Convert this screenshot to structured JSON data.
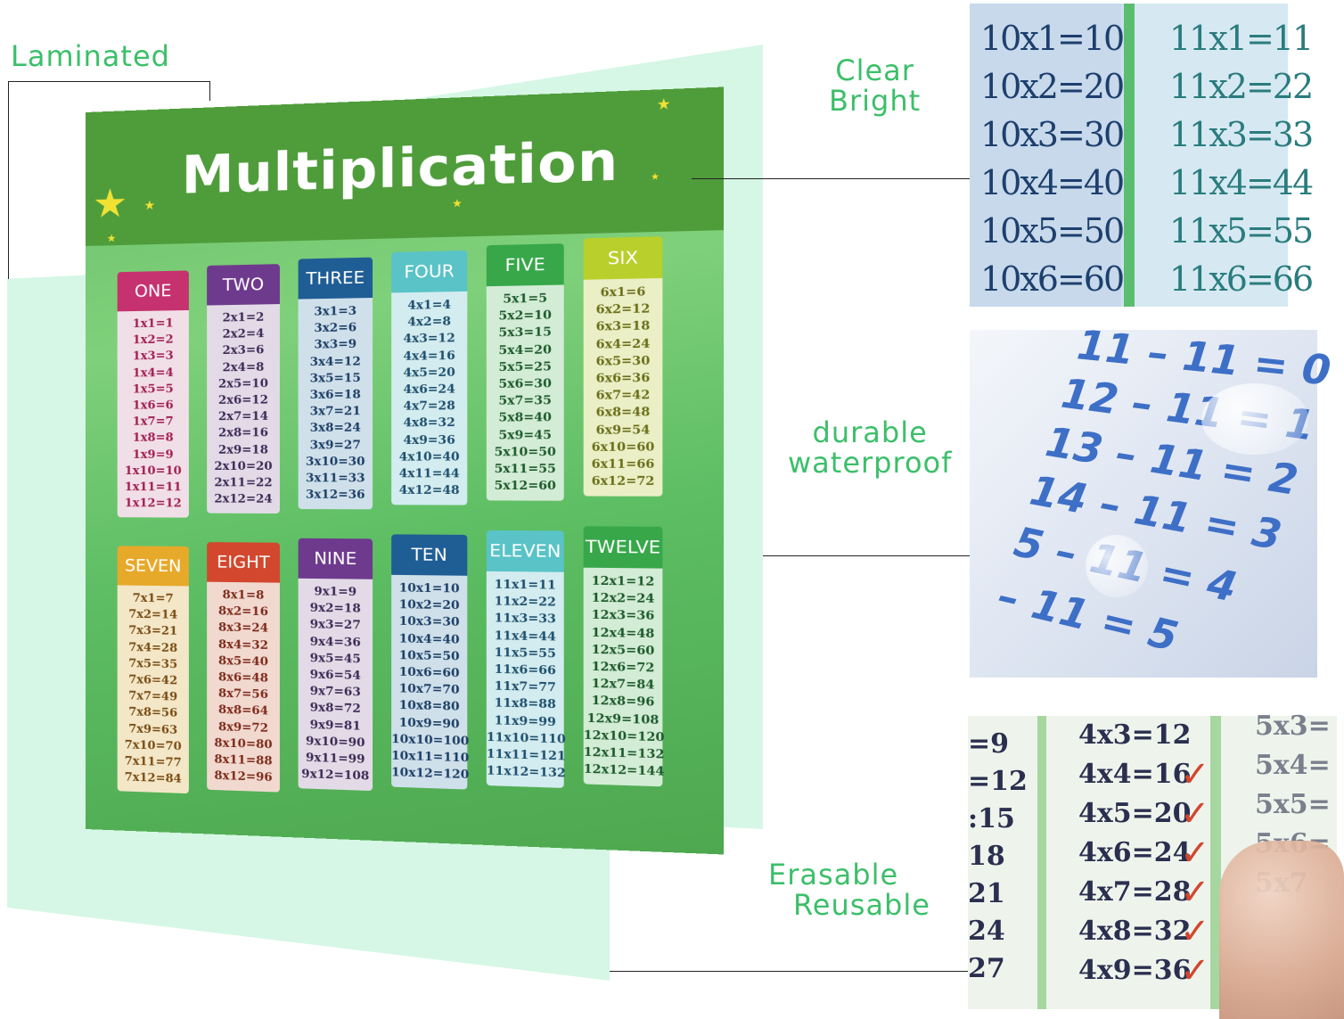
{
  "labels": {
    "laminated": "Laminated",
    "clear": [
      "Clear",
      "Bright"
    ],
    "durable": [
      "durable",
      "waterproof"
    ],
    "erasable": [
      "Erasable",
      "Reusable"
    ]
  },
  "poster": {
    "title": "Multiplication",
    "tables_top": [
      {
        "header": "ONE",
        "color": "#c6316f",
        "ink": "#a1204f",
        "bg": "#f1dfe8",
        "rows": [
          "1x1=1",
          "1x2=2",
          "1x3=3",
          "1x4=4",
          "1x5=5",
          "1x6=6",
          "1x7=7",
          "1x8=8",
          "1x9=9",
          "1x10=10",
          "1x11=11",
          "1x12=12"
        ]
      },
      {
        "header": "TWO",
        "color": "#6e3a8d",
        "ink": "#3e2a56",
        "bg": "#e2dbe7",
        "rows": [
          "2x1=2",
          "2x2=4",
          "2x3=6",
          "2x4=8",
          "2x5=10",
          "2x6=12",
          "2x7=14",
          "2x8=16",
          "2x9=18",
          "2x10=20",
          "2x11=22",
          "2x12=24"
        ]
      },
      {
        "header": "THREE",
        "color": "#1f5d95",
        "ink": "#1d3e66",
        "bg": "#cfe0ea",
        "rows": [
          "3x1=3",
          "3x2=6",
          "3x3=9",
          "3x4=12",
          "3x5=15",
          "3x6=18",
          "3x7=21",
          "3x8=24",
          "3x9=27",
          "3x10=30",
          "3x11=33",
          "3x12=36"
        ]
      },
      {
        "header": "FOUR",
        "color": "#59c3c7",
        "ink": "#1e4f6e",
        "bg": "#d3ecef",
        "rows": [
          "4x1=4",
          "4x2=8",
          "4x3=12",
          "4x4=16",
          "4x5=20",
          "4x6=24",
          "4x7=28",
          "4x8=32",
          "4x9=36",
          "4x10=40",
          "4x11=44",
          "4x12=48"
        ]
      },
      {
        "header": "FIVE",
        "color": "#37a74a",
        "ink": "#1c5a2a",
        "bg": "#d3ecd6",
        "rows": [
          "5x1=5",
          "5x2=10",
          "5x3=15",
          "5x4=20",
          "5x5=25",
          "5x6=30",
          "5x7=35",
          "5x8=40",
          "5x9=45",
          "5x10=50",
          "5x11=55",
          "5x12=60"
        ]
      },
      {
        "header": "SIX",
        "color": "#b9cf2c",
        "ink": "#6a6e18",
        "bg": "#eaefc6",
        "rows": [
          "6x1=6",
          "6x2=12",
          "6x3=18",
          "6x4=24",
          "6x5=30",
          "6x6=36",
          "6x7=42",
          "6x8=48",
          "6x9=54",
          "6x10=60",
          "6x11=66",
          "6x12=72"
        ]
      }
    ],
    "tables_bottom": [
      {
        "header": "SEVEN",
        "color": "#e7a92a",
        "ink": "#7a4c14",
        "bg": "#f3e7c8",
        "rows": [
          "7x1=7",
          "7x2=14",
          "7x3=21",
          "7x4=28",
          "7x5=35",
          "7x6=42",
          "7x7=49",
          "7x8=56",
          "7x9=63",
          "7x10=70",
          "7x11=77",
          "7x12=84"
        ]
      },
      {
        "header": "EIGHT",
        "color": "#d2472d",
        "ink": "#7e2a1a",
        "bg": "#f1d9d0",
        "rows": [
          "8x1=8",
          "8x2=16",
          "8x3=24",
          "8x4=32",
          "8x5=40",
          "8x6=48",
          "8x7=56",
          "8x8=64",
          "8x9=72",
          "8x10=80",
          "8x11=88",
          "8x12=96"
        ]
      },
      {
        "header": "NINE",
        "color": "#6e3a8d",
        "ink": "#3e2a56",
        "bg": "#e2dbe7",
        "rows": [
          "9x1=9",
          "9x2=18",
          "9x3=27",
          "9x4=36",
          "9x5=45",
          "9x6=54",
          "9x7=63",
          "9x8=72",
          "9x9=81",
          "9x10=90",
          "9x11=99",
          "9x12=108"
        ]
      },
      {
        "header": "TEN",
        "color": "#1f5d95",
        "ink": "#1d3e66",
        "bg": "#cfe0ea",
        "rows": [
          "10x1=10",
          "10x2=20",
          "10x3=30",
          "10x4=40",
          "10x5=50",
          "10x6=60",
          "10x7=70",
          "10x8=80",
          "10x9=90",
          "10x10=100",
          "10x11=110",
          "10x12=120"
        ]
      },
      {
        "header": "ELEVEN",
        "color": "#59c3c7",
        "ink": "#1e4f6e",
        "bg": "#d3ecef",
        "rows": [
          "11x1=11",
          "11x2=22",
          "11x3=33",
          "11x4=44",
          "11x5=55",
          "11x6=66",
          "11x7=77",
          "11x8=88",
          "11x9=99",
          "11x10=110",
          "11x11=121",
          "11x12=132"
        ]
      },
      {
        "header": "TWELVE",
        "color": "#37a74a",
        "ink": "#1c5a2a",
        "bg": "#d3ecd6",
        "rows": [
          "12x1=12",
          "12x2=24",
          "12x3=36",
          "12x4=48",
          "12x5=60",
          "12x6=72",
          "12x7=84",
          "12x8=96",
          "12x9=108",
          "12x10=120",
          "12x11=132",
          "12x12=144"
        ]
      }
    ]
  },
  "panel_clear": {
    "left_color": "#1d3f6e",
    "right_color": "#2a7c7e",
    "left": [
      "10x1=10",
      "10x2=20",
      "10x3=30",
      "10x4=40",
      "10x5=50",
      "10x6=60"
    ],
    "right": [
      "11x1=11",
      "11x2=22",
      "11x3=33",
      "11x4=44",
      "11x5=55",
      "11x6=66"
    ]
  },
  "panel_water": {
    "lines": [
      "11 – 11 = 0",
      "12 – 11 = 1",
      "13 – 11 = 2",
      "14 – 11 = 3",
      "5 – 11 = 4",
      "– 11 = 5"
    ]
  },
  "panel_erase": {
    "left": [
      "=9",
      "=12",
      ":15",
      "18",
      "21",
      "24",
      "27"
    ],
    "middle": [
      "4x3=12",
      "4x4=16",
      "4x5=20",
      "4x6=24",
      "4x7=28",
      "4x8=32",
      "4x9=36"
    ],
    "right": [
      "5x3=",
      "5x4=",
      "5x5=",
      "5x6=",
      "5x7"
    ]
  }
}
